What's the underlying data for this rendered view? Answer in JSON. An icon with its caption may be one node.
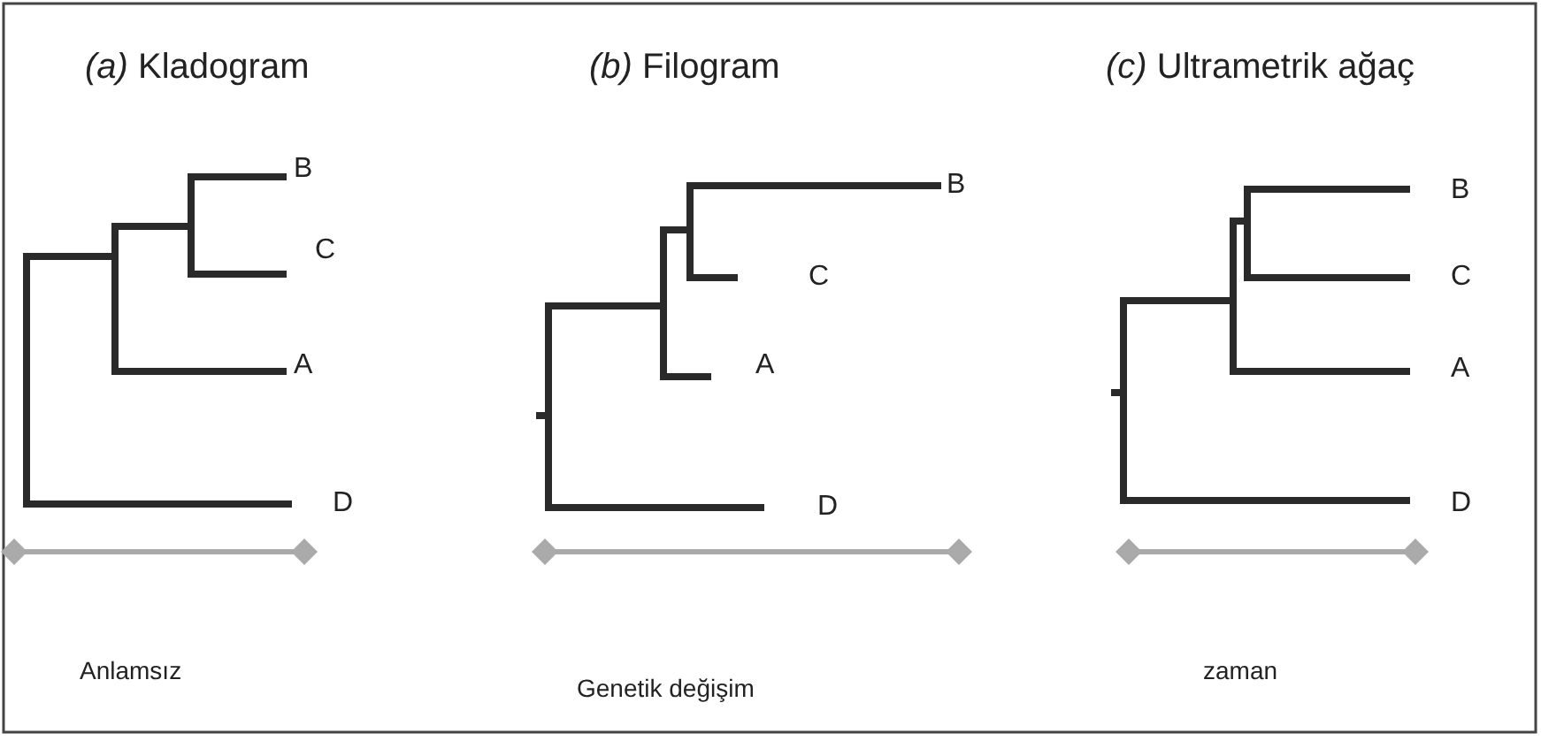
{
  "diagram": {
    "labels": [
      "*(a)* Kladogram",
      "*(b)* Filogram",
      "*(c)* Ultrametrik ağaç",
      "B",
      "B",
      "B",
      "C",
      "C",
      "C",
      "A",
      "A",
      "A",
      "D",
      "D",
      "D",
      "Anlamsız",
      "Genetik değişim",
      "zaman"
    ]
  }
}
